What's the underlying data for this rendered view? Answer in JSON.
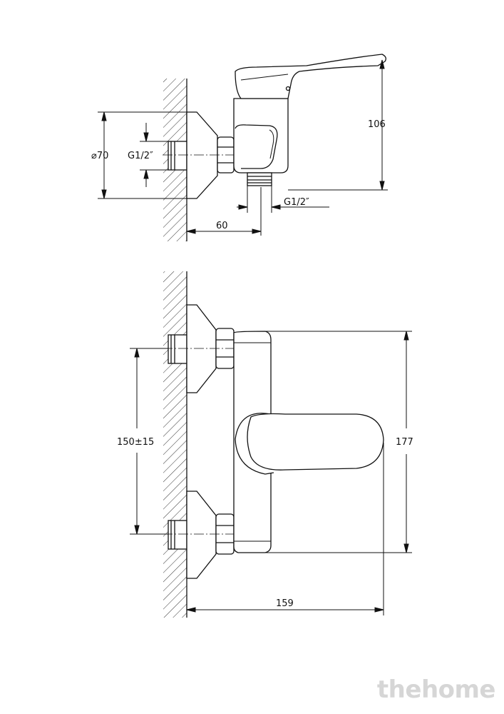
{
  "dimensions": {
    "diameter": "⌀70",
    "thread_inlet": "G1/2″",
    "thread_outlet": "G1/2″",
    "height": "106",
    "depth": "60",
    "spacing": "150±15",
    "length": "177",
    "projection": "159"
  },
  "watermark": "thehome"
}
